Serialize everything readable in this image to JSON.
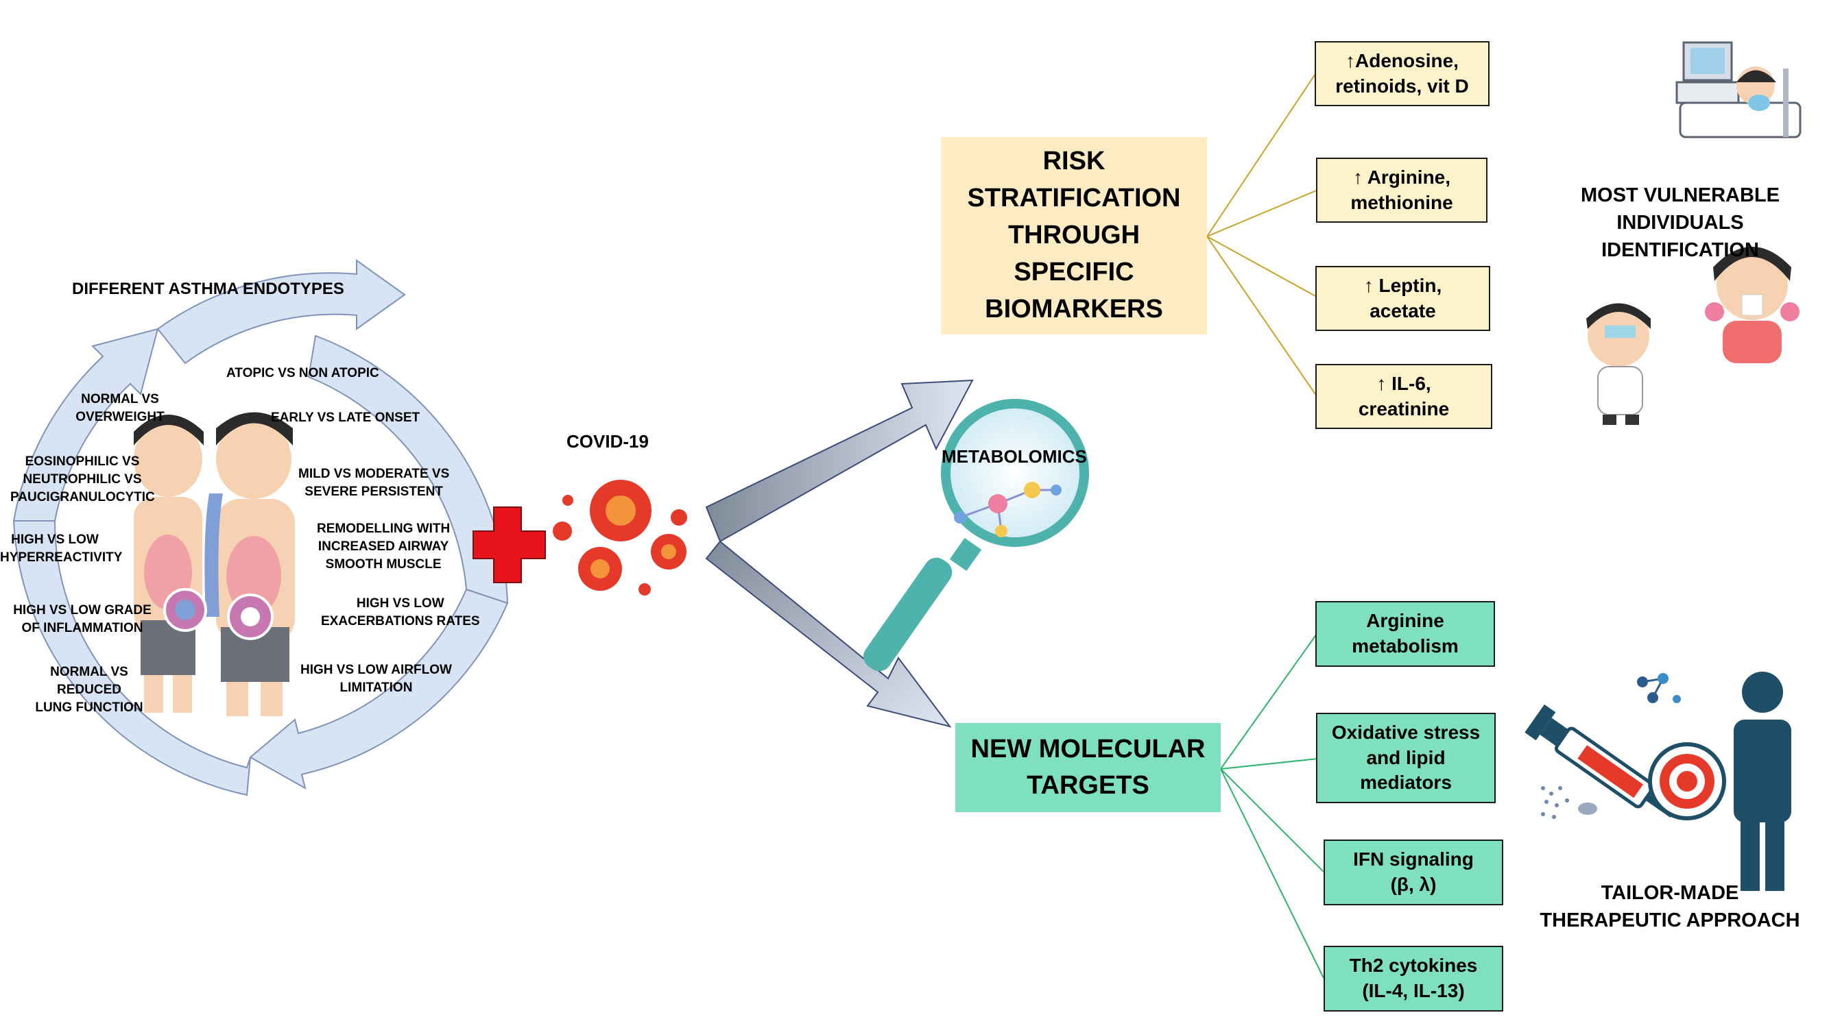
{
  "colors": {
    "risk_box": "#fdebc3",
    "biomarker_box": "#fdf3cb",
    "target_box": "#7fe0bd",
    "risk_line": "#c9a227",
    "target_line": "#2db36b",
    "cycle_arrow": "#c7d3ea",
    "magnifier": "#4fb3ad",
    "virus": "#e53a2a",
    "plus": "#e8141b"
  },
  "endotypes": {
    "title": "DIFFERENT ASTHMA ENDOTYPES",
    "left": [
      "NORMAL VS\nOVERWEIGHT",
      "EOSINOPHILIC VS\nNEUTROPHILIC VS\nPAUCIGRANULOCYTIC",
      "HIGH VS LOW\nHYPERREACTIVITY",
      "HIGH VS LOW GRADE\nOF INFLAMMATION",
      "NORMAL VS REDUCED\nLUNG FUNCTION"
    ],
    "right": [
      "ATOPIC VS NON ATOPIC",
      "EARLY VS LATE ONSET",
      "MILD VS MODERATE VS\nSEVERE PERSISTENT",
      "REMODELLING WITH\nINCREASED AIRWAY\nSMOOTH MUSCLE",
      "HIGH VS LOW\nEXACERBATIONS RATES",
      "HIGH VS LOW AIRFLOW\nLIMITATION"
    ]
  },
  "covid": {
    "label": "COVID-19"
  },
  "metabolomics": {
    "label": "METABOLOMICS"
  },
  "risk": {
    "title": "RISK\nSTRATIFICATION\nTHROUGH\nSPECIFIC\nBIOMARKERS",
    "biomarkers": [
      "↑Adenosine,\nretinoids, vit D",
      "↑ Arginine,\nmethionine",
      "↑ Leptin,\nacetate",
      "↑ IL-6,\ncreatinine"
    ]
  },
  "targets": {
    "title": "NEW MOLECULAR\nTARGETS",
    "items": [
      "Arginine\nmetabolism",
      "Oxidative stress\nand lipid\nmediators",
      "IFN signaling\n(β, λ)",
      "Th2 cytokines\n(IL-4, IL-13)"
    ]
  },
  "outcomes": {
    "vulnerable": "MOST VULNERABLE\nINDIVIDUALS IDENTIFICATION",
    "therapy": "TAILOR-MADE\nTHERAPEUTIC APPROACH"
  }
}
